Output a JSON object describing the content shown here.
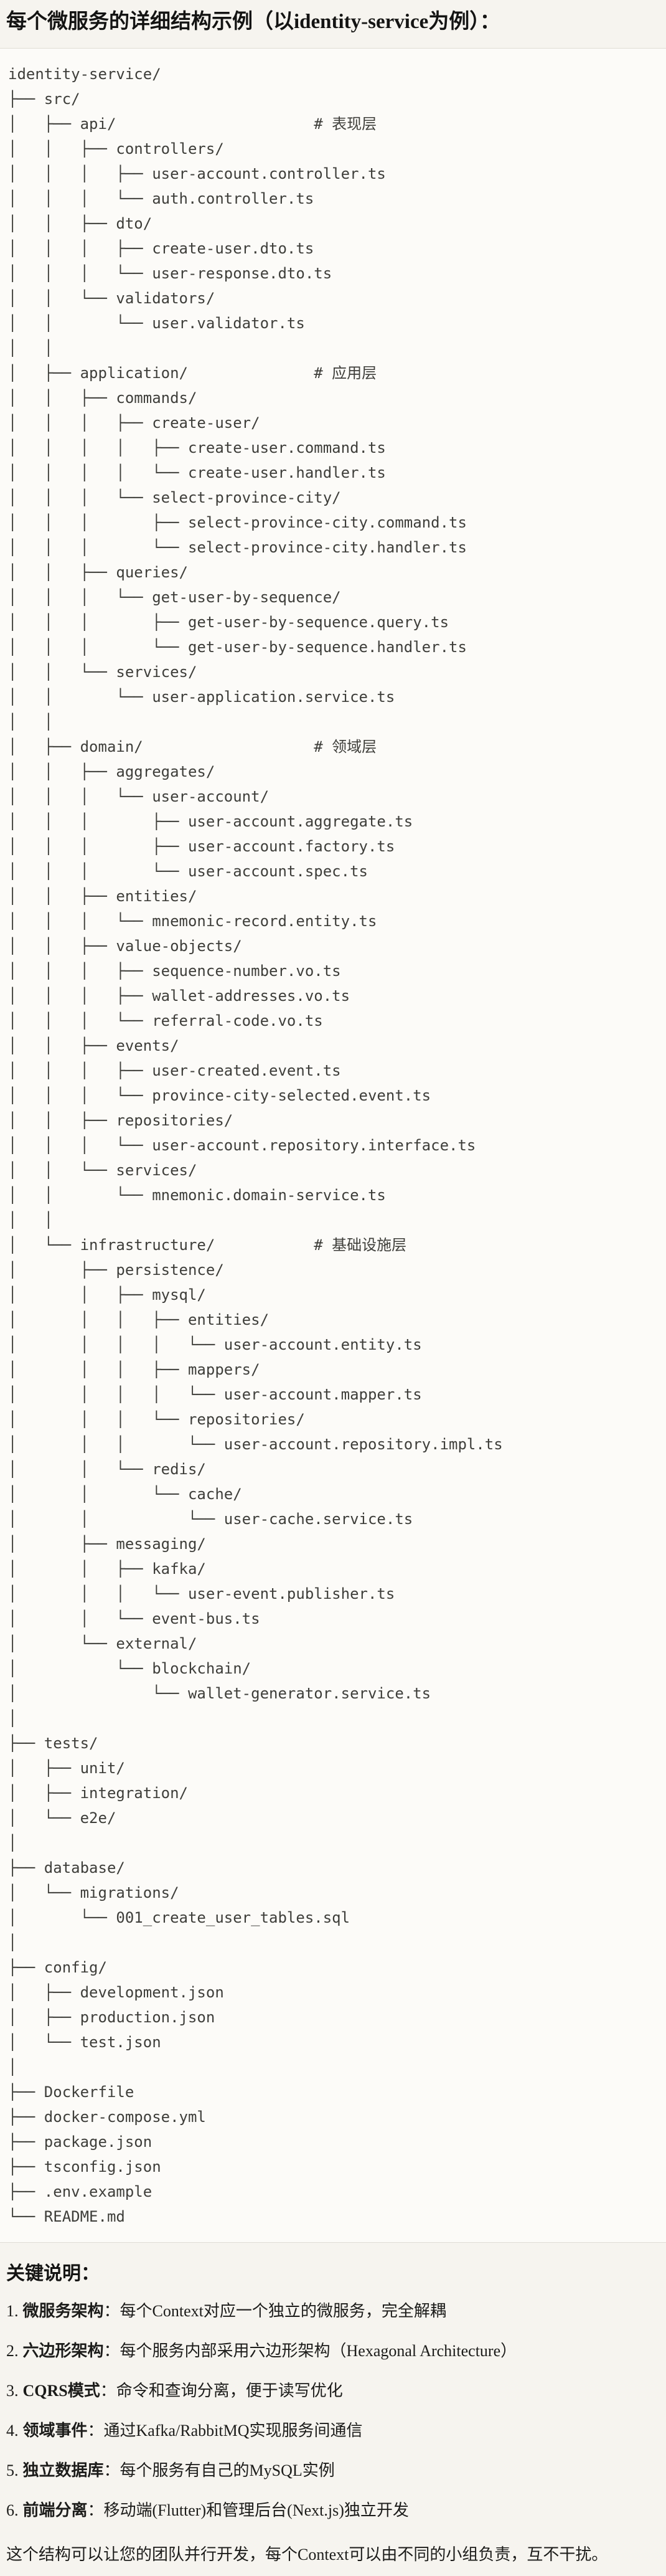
{
  "title": "每个微服务的详细结构示例（以identity-service为例）：",
  "tree": {
    "lines": [
      "identity-service/",
      "├── src/",
      "│   ├── api/                      # 表现层",
      "│   │   ├── controllers/",
      "│   │   │   ├── user-account.controller.ts",
      "│   │   │   └── auth.controller.ts",
      "│   │   ├── dto/",
      "│   │   │   ├── create-user.dto.ts",
      "│   │   │   └── user-response.dto.ts",
      "│   │   └── validators/",
      "│   │       └── user.validator.ts",
      "│   │",
      "│   ├── application/              # 应用层",
      "│   │   ├── commands/",
      "│   │   │   ├── create-user/",
      "│   │   │   │   ├── create-user.command.ts",
      "│   │   │   │   └── create-user.handler.ts",
      "│   │   │   └── select-province-city/",
      "│   │   │       ├── select-province-city.command.ts",
      "│   │   │       └── select-province-city.handler.ts",
      "│   │   ├── queries/",
      "│   │   │   └── get-user-by-sequence/",
      "│   │   │       ├── get-user-by-sequence.query.ts",
      "│   │   │       └── get-user-by-sequence.handler.ts",
      "│   │   └── services/",
      "│   │       └── user-application.service.ts",
      "│   │",
      "│   ├── domain/                   # 领域层",
      "│   │   ├── aggregates/",
      "│   │   │   └── user-account/",
      "│   │   │       ├── user-account.aggregate.ts",
      "│   │   │       ├── user-account.factory.ts",
      "│   │   │       └── user-account.spec.ts",
      "│   │   ├── entities/",
      "│   │   │   └── mnemonic-record.entity.ts",
      "│   │   ├── value-objects/",
      "│   │   │   ├── sequence-number.vo.ts",
      "│   │   │   ├── wallet-addresses.vo.ts",
      "│   │   │   └── referral-code.vo.ts",
      "│   │   ├── events/",
      "│   │   │   ├── user-created.event.ts",
      "│   │   │   └── province-city-selected.event.ts",
      "│   │   ├── repositories/",
      "│   │   │   └── user-account.repository.interface.ts",
      "│   │   └── services/",
      "│   │       └── mnemonic.domain-service.ts",
      "│   │",
      "│   └── infrastructure/           # 基础设施层",
      "│       ├── persistence/",
      "│       │   ├── mysql/",
      "│       │   │   ├── entities/",
      "│       │   │   │   └── user-account.entity.ts",
      "│       │   │   ├── mappers/",
      "│       │   │   │   └── user-account.mapper.ts",
      "│       │   │   └── repositories/",
      "│       │   │       └── user-account.repository.impl.ts",
      "│       │   └── redis/",
      "│       │       └── cache/",
      "│       │           └── user-cache.service.ts",
      "│       ├── messaging/",
      "│       │   ├── kafka/",
      "│       │   │   └── user-event.publisher.ts",
      "│       │   └── event-bus.ts",
      "│       └── external/",
      "│           └── blockchain/",
      "│               └── wallet-generator.service.ts",
      "│",
      "├── tests/",
      "│   ├── unit/",
      "│   ├── integration/",
      "│   └── e2e/",
      "│",
      "├── database/",
      "│   └── migrations/",
      "│       └── 001_create_user_tables.sql",
      "│",
      "├── config/",
      "│   ├── development.json",
      "│   ├── production.json",
      "│   └── test.json",
      "│",
      "├── Dockerfile",
      "├── docker-compose.yml",
      "├── package.json",
      "├── tsconfig.json",
      "├── .env.example",
      "└── README.md"
    ]
  },
  "notes": {
    "heading": "关键说明：",
    "items": [
      {
        "num": "1.",
        "label": "微服务架构",
        "text": "：每个Context对应一个独立的微服务，完全解耦"
      },
      {
        "num": "2.",
        "label": "六边形架构",
        "text": "：每个服务内部采用六边形架构（Hexagonal Architecture）"
      },
      {
        "num": "3.",
        "label": "CQRS模式",
        "text": "：命令和查询分离，便于读写优化"
      },
      {
        "num": "4.",
        "label": "领域事件",
        "text": "：通过Kafka/RabbitMQ实现服务间通信"
      },
      {
        "num": "5.",
        "label": "独立数据库",
        "text": "：每个服务有自己的MySQL实例"
      },
      {
        "num": "6.",
        "label": "前端分离",
        "text": "：移动端(Flutter)和管理后台(Next.js)独立开发"
      }
    ],
    "footer": "这个结构可以让您的团队并行开发，每个Context可以由不同的小组负责，互不干扰。"
  },
  "colors": {
    "page_bg": "#F6F4EF",
    "code_bg": "#FCFBF8",
    "code_border": "#DFDCD5",
    "tree_text": "#3E3E3A",
    "heading_text": "#141413"
  }
}
